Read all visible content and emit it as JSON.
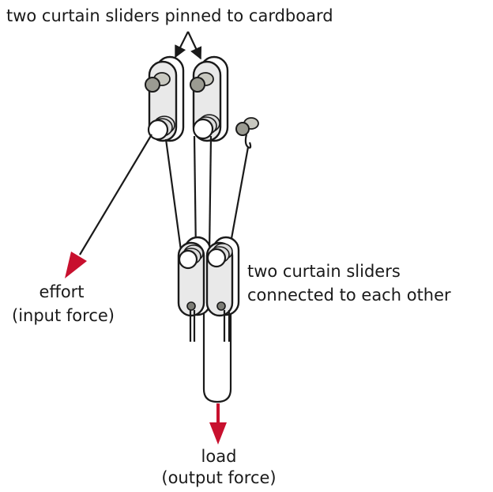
{
  "labels": {
    "top": "two curtain sliders pinned to cardboard",
    "middle_line1": "two curtain sliders",
    "middle_line2": "connected to each other",
    "effort_line1": "effort",
    "effort_line2": "(input force)",
    "load_line1": "load",
    "load_line2": "(output force)"
  },
  "colors": {
    "force_arrow": "#c8102e",
    "line": "#1a1a1a",
    "slider_fill": "#e9e9e9",
    "pin_fill": "#9b9b92"
  }
}
